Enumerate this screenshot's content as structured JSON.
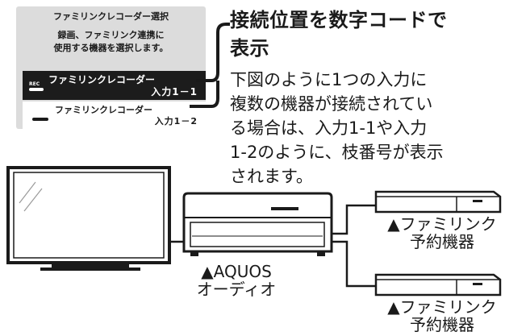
{
  "dialog": {
    "title": "ファミリンクレコーダー選択",
    "message_line1": "録画、ファミリンク連携に",
    "message_line2": "使用する機器を選択します。",
    "items": [
      {
        "name": "ファミリンクレコーダー",
        "input": "入力1－1",
        "badge": "REC",
        "selected": true
      },
      {
        "name": "ファミリンクレコーダー",
        "input": "入力1－2",
        "badge": "",
        "selected": false
      }
    ]
  },
  "callout": {
    "heading_line1": "接続位置を数字コードで",
    "heading_line2": "表示",
    "body_lines": [
      "下図のように1つの入力に",
      "複数の機器が接続されてい",
      "る場合は、入力1-1や入力",
      "1-2のように、枝番号が表示",
      "されます。"
    ]
  },
  "devices": {
    "aquos_line1": "▲AQUOS",
    "aquos_line2": "オーディオ",
    "famlink1_line1": "▲ファミリンク",
    "famlink1_line2": "予約機器",
    "famlink2_line1": "▲ファミリンク",
    "famlink2_line2": "予約機器"
  },
  "colors": {
    "dialog_bg": "#dcdcdc",
    "selected_row": "#1c1c1c",
    "line": "#1a1a1a",
    "screen": "#ffffff"
  }
}
